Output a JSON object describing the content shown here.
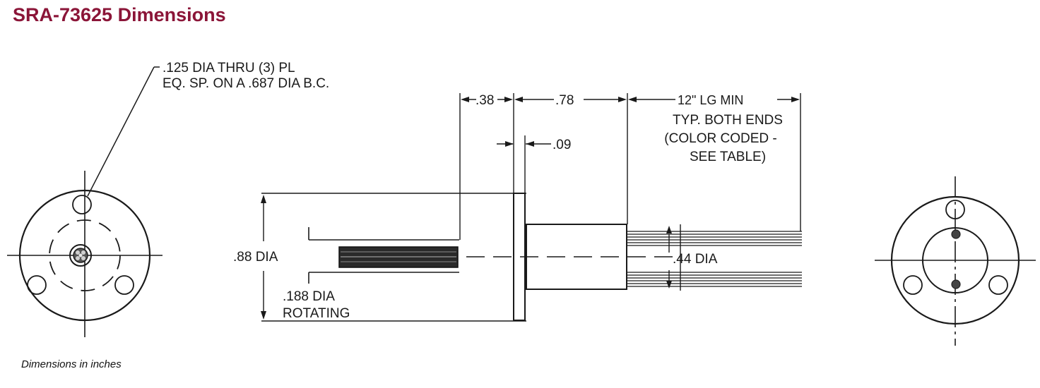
{
  "title": "SRA-73625 Dimensions",
  "caption": "Dimensions in inches",
  "colors": {
    "title": "#8b1538",
    "line": "#1a1a1a"
  },
  "callouts": {
    "holes_line1": ".125 DIA THRU (3) PL",
    "holes_line2": "EQ. SP. ON A .687 DIA B.C.",
    "dim_38": ".38",
    "dim_78": ".78",
    "dim_09": ".09",
    "leads_line1": "12\" LG MIN",
    "leads_line2": "TYP. BOTH ENDS",
    "leads_line3": "(COLOR CODED -",
    "leads_line4": "SEE TABLE)",
    "body_dia": ".88 DIA",
    "shaft_dia_line1": ".188 DIA",
    "shaft_dia_line2": "ROTATING",
    "rear_dia": ".44 DIA"
  }
}
